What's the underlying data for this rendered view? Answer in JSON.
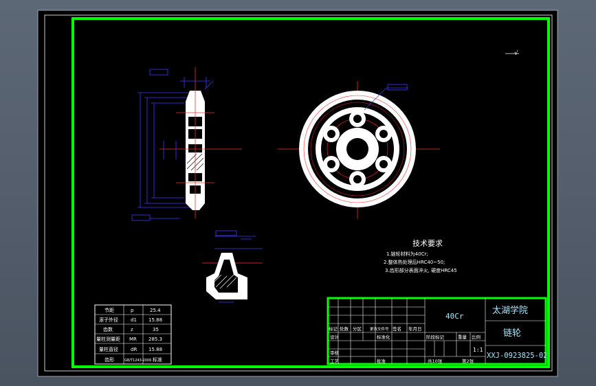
{
  "colors": {
    "sheet": "#000000",
    "frame": "#00ff00",
    "part": "#ffffff",
    "dimension": "#3a3aff",
    "centerline": "#ff2a2a",
    "text": "#ffffff",
    "title_cyan": "#a8e8ff"
  },
  "roughness_mark": "√",
  "tech_req": {
    "title": "技术要求",
    "line1": "1.链轮材料为40Cr;",
    "line2": "2.整体热处理后HRC40~50;",
    "line3": "3.齿形部分表面淬火, 硬度HRC45"
  },
  "param_table": {
    "rows": [
      {
        "name": "节距",
        "sym": "p",
        "val": "25.4"
      },
      {
        "name": "滚子外径",
        "sym": "d1",
        "val": "15.88"
      },
      {
        "name": "齿数",
        "sym": "z",
        "val": "35"
      },
      {
        "name": "量柱测量距",
        "sym": "MR",
        "val": "285.3"
      },
      {
        "name": "量柱直径",
        "sym": "dR",
        "val": "15.88"
      },
      {
        "name": "齿形",
        "sym": "GB/T1243-2006",
        "val": "标准"
      }
    ]
  },
  "title_block": {
    "material": "40Cr",
    "school": "太湖学院",
    "part_name": "链轮",
    "drawing_no": "XXJ-0923825-02",
    "scale": "1:1",
    "sheets_total": "共10张",
    "sheet_no": "第2张",
    "h_biaoji": "标记",
    "h_chushu": "处数",
    "h_fenqu": "分区",
    "h_gengai": "更改文件号",
    "h_qianming": "签名",
    "h_riqi": "年月日",
    "h_sheji": "设计",
    "h_biaozhunhua": "标准化",
    "h_shenhe": "审核",
    "h_gongyi": "工艺",
    "h_pizhun": "批准",
    "h_jieduan": "阶段标记",
    "h_zhongliang": "重量",
    "h_bili": "比例"
  }
}
